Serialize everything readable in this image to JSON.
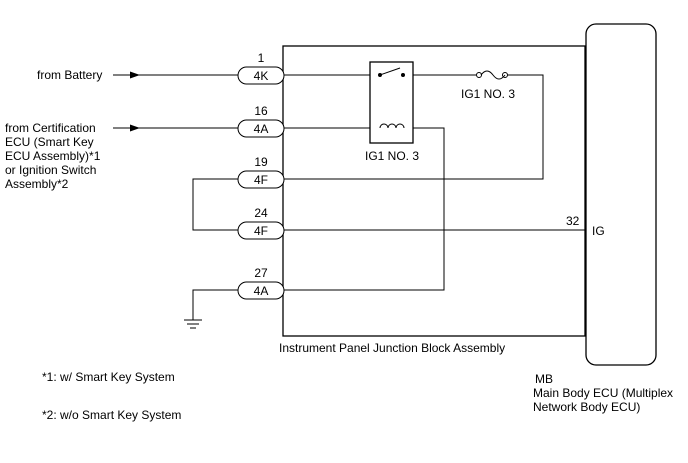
{
  "inputs": {
    "battery": "from Battery",
    "certification": [
      "from Certification",
      "ECU (Smart Key",
      "ECU Assembly)*1",
      "or Ignition Switch",
      "Assembly*2"
    ]
  },
  "pins": [
    {
      "number": "1",
      "connector": "4K"
    },
    {
      "number": "16",
      "connector": "4A"
    },
    {
      "number": "19",
      "connector": "4F"
    },
    {
      "number": "24",
      "connector": "4F"
    },
    {
      "number": "27",
      "connector": "4A"
    }
  ],
  "relay_label": "IG1 NO. 3",
  "fuse_label": "IG1 NO. 3",
  "junction_block_label": "Instrument Panel Junction Block Assembly",
  "ecu": {
    "pin_number": "32",
    "pin_name": "IG",
    "code": "MB",
    "name_lines": [
      "Main Body ECU (Multiplex",
      "Network Body ECU)"
    ]
  },
  "notes": [
    "*1: w/ Smart Key System",
    "*2: w/o Smart Key System"
  ]
}
